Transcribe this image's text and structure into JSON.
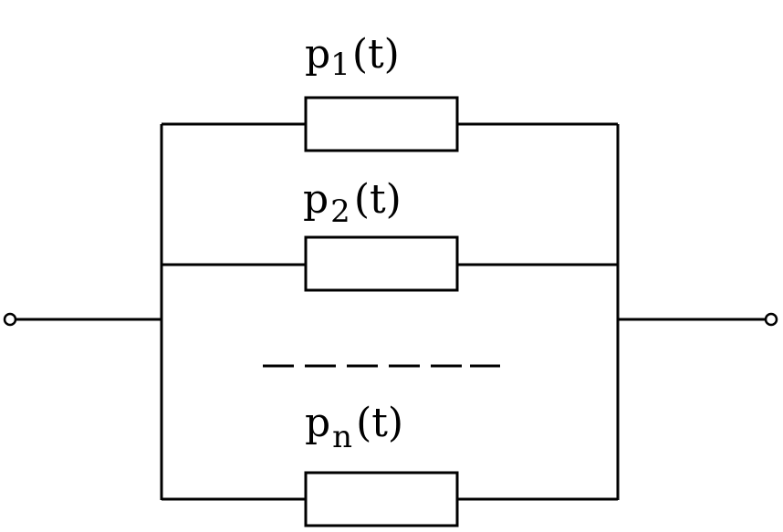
{
  "diagram": {
    "branches": [
      {
        "symbol": "p",
        "subscript": "1",
        "argument": "(t)"
      },
      {
        "symbol": "p",
        "subscript": "2",
        "argument": "(t)"
      },
      {
        "symbol": "p",
        "subscript": "n",
        "argument": "(t)"
      }
    ]
  }
}
